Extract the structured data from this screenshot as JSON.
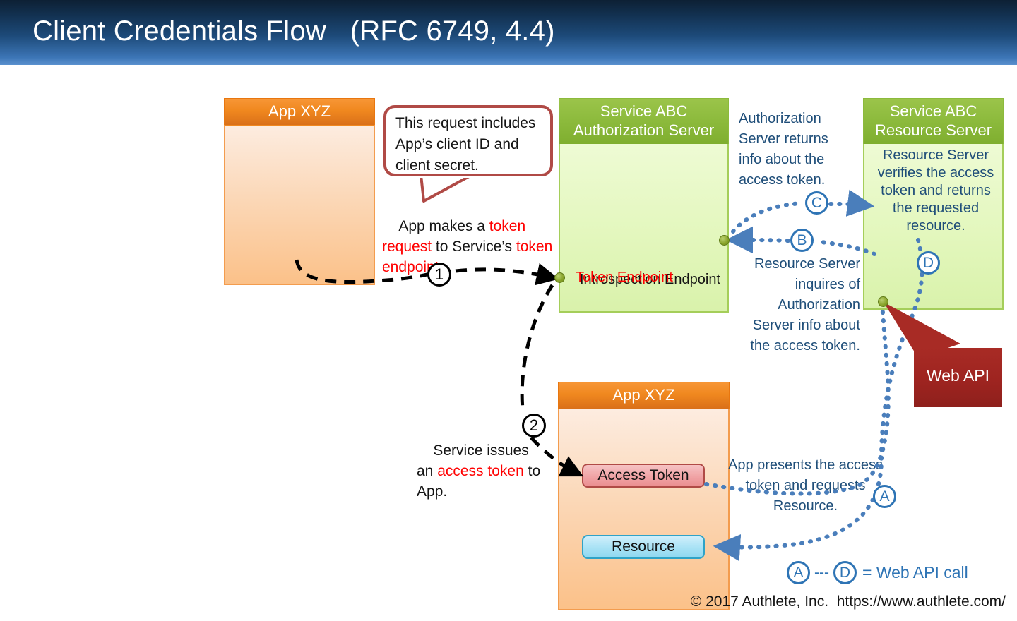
{
  "header": {
    "title": "Client Credentials Flow   (RFC 6749, 4.4)"
  },
  "nodes": {
    "app_top": {
      "title": "App XYZ"
    },
    "auth_server": {
      "title": "Service ABC\nAuthorization Server",
      "title_line1": "Service ABC",
      "title_line2": "Authorization Server",
      "introspection_endpoint": "Introspection Endpoint",
      "token_endpoint": "Token Endpoint"
    },
    "resource_server": {
      "title_line1": "Service ABC",
      "title_line2": "Resource Server",
      "body_text": "Resource Server verifies the access token and returns the requested resource."
    },
    "app_bottom": {
      "title": "App XYZ",
      "chip_access_token": "Access Token",
      "chip_resource": "Resource"
    },
    "web_api": {
      "label": "Web API"
    }
  },
  "callout": {
    "text": "This request includes App’s client ID and client secret."
  },
  "annotations": {
    "app_request": {
      "part1": "App makes a ",
      "highlight1": "token request",
      "part2": " to Service’s ",
      "highlight2": "token endpoint",
      "part3": "."
    },
    "service_issues": {
      "part1": "Service issues an ",
      "highlight1": "access token",
      "part2": " to App."
    },
    "auth_returns": "Authorization Server returns info about the access token.",
    "rs_inquires": "Resource Server inquires of Authorization Server info about the access token.",
    "app_presents": "App presents the access token and requests Resource."
  },
  "markers": {
    "step1": "1",
    "step2": "2",
    "stepA": "A",
    "stepB": "B",
    "stepC": "C",
    "stepD": "D"
  },
  "legend": {
    "from": "A",
    "dash": "---",
    "to": "D",
    "text": "= Web API call"
  },
  "footer": {
    "text": "© 2017 Authlete, Inc.  https://www.authlete.com/"
  },
  "colors": {
    "header_dark": "#0d2034",
    "header_light": "#5b91cf",
    "app_orange": "#f0881f",
    "service_green": "#8cba3c",
    "highlight_red": "#ff0000",
    "callout_border": "#b04a46",
    "webapi_red": "#a82b25",
    "blue_arrow": "#2e74b5",
    "text_blue": "#1f4e79",
    "endpoint_dot": "#87a228"
  }
}
